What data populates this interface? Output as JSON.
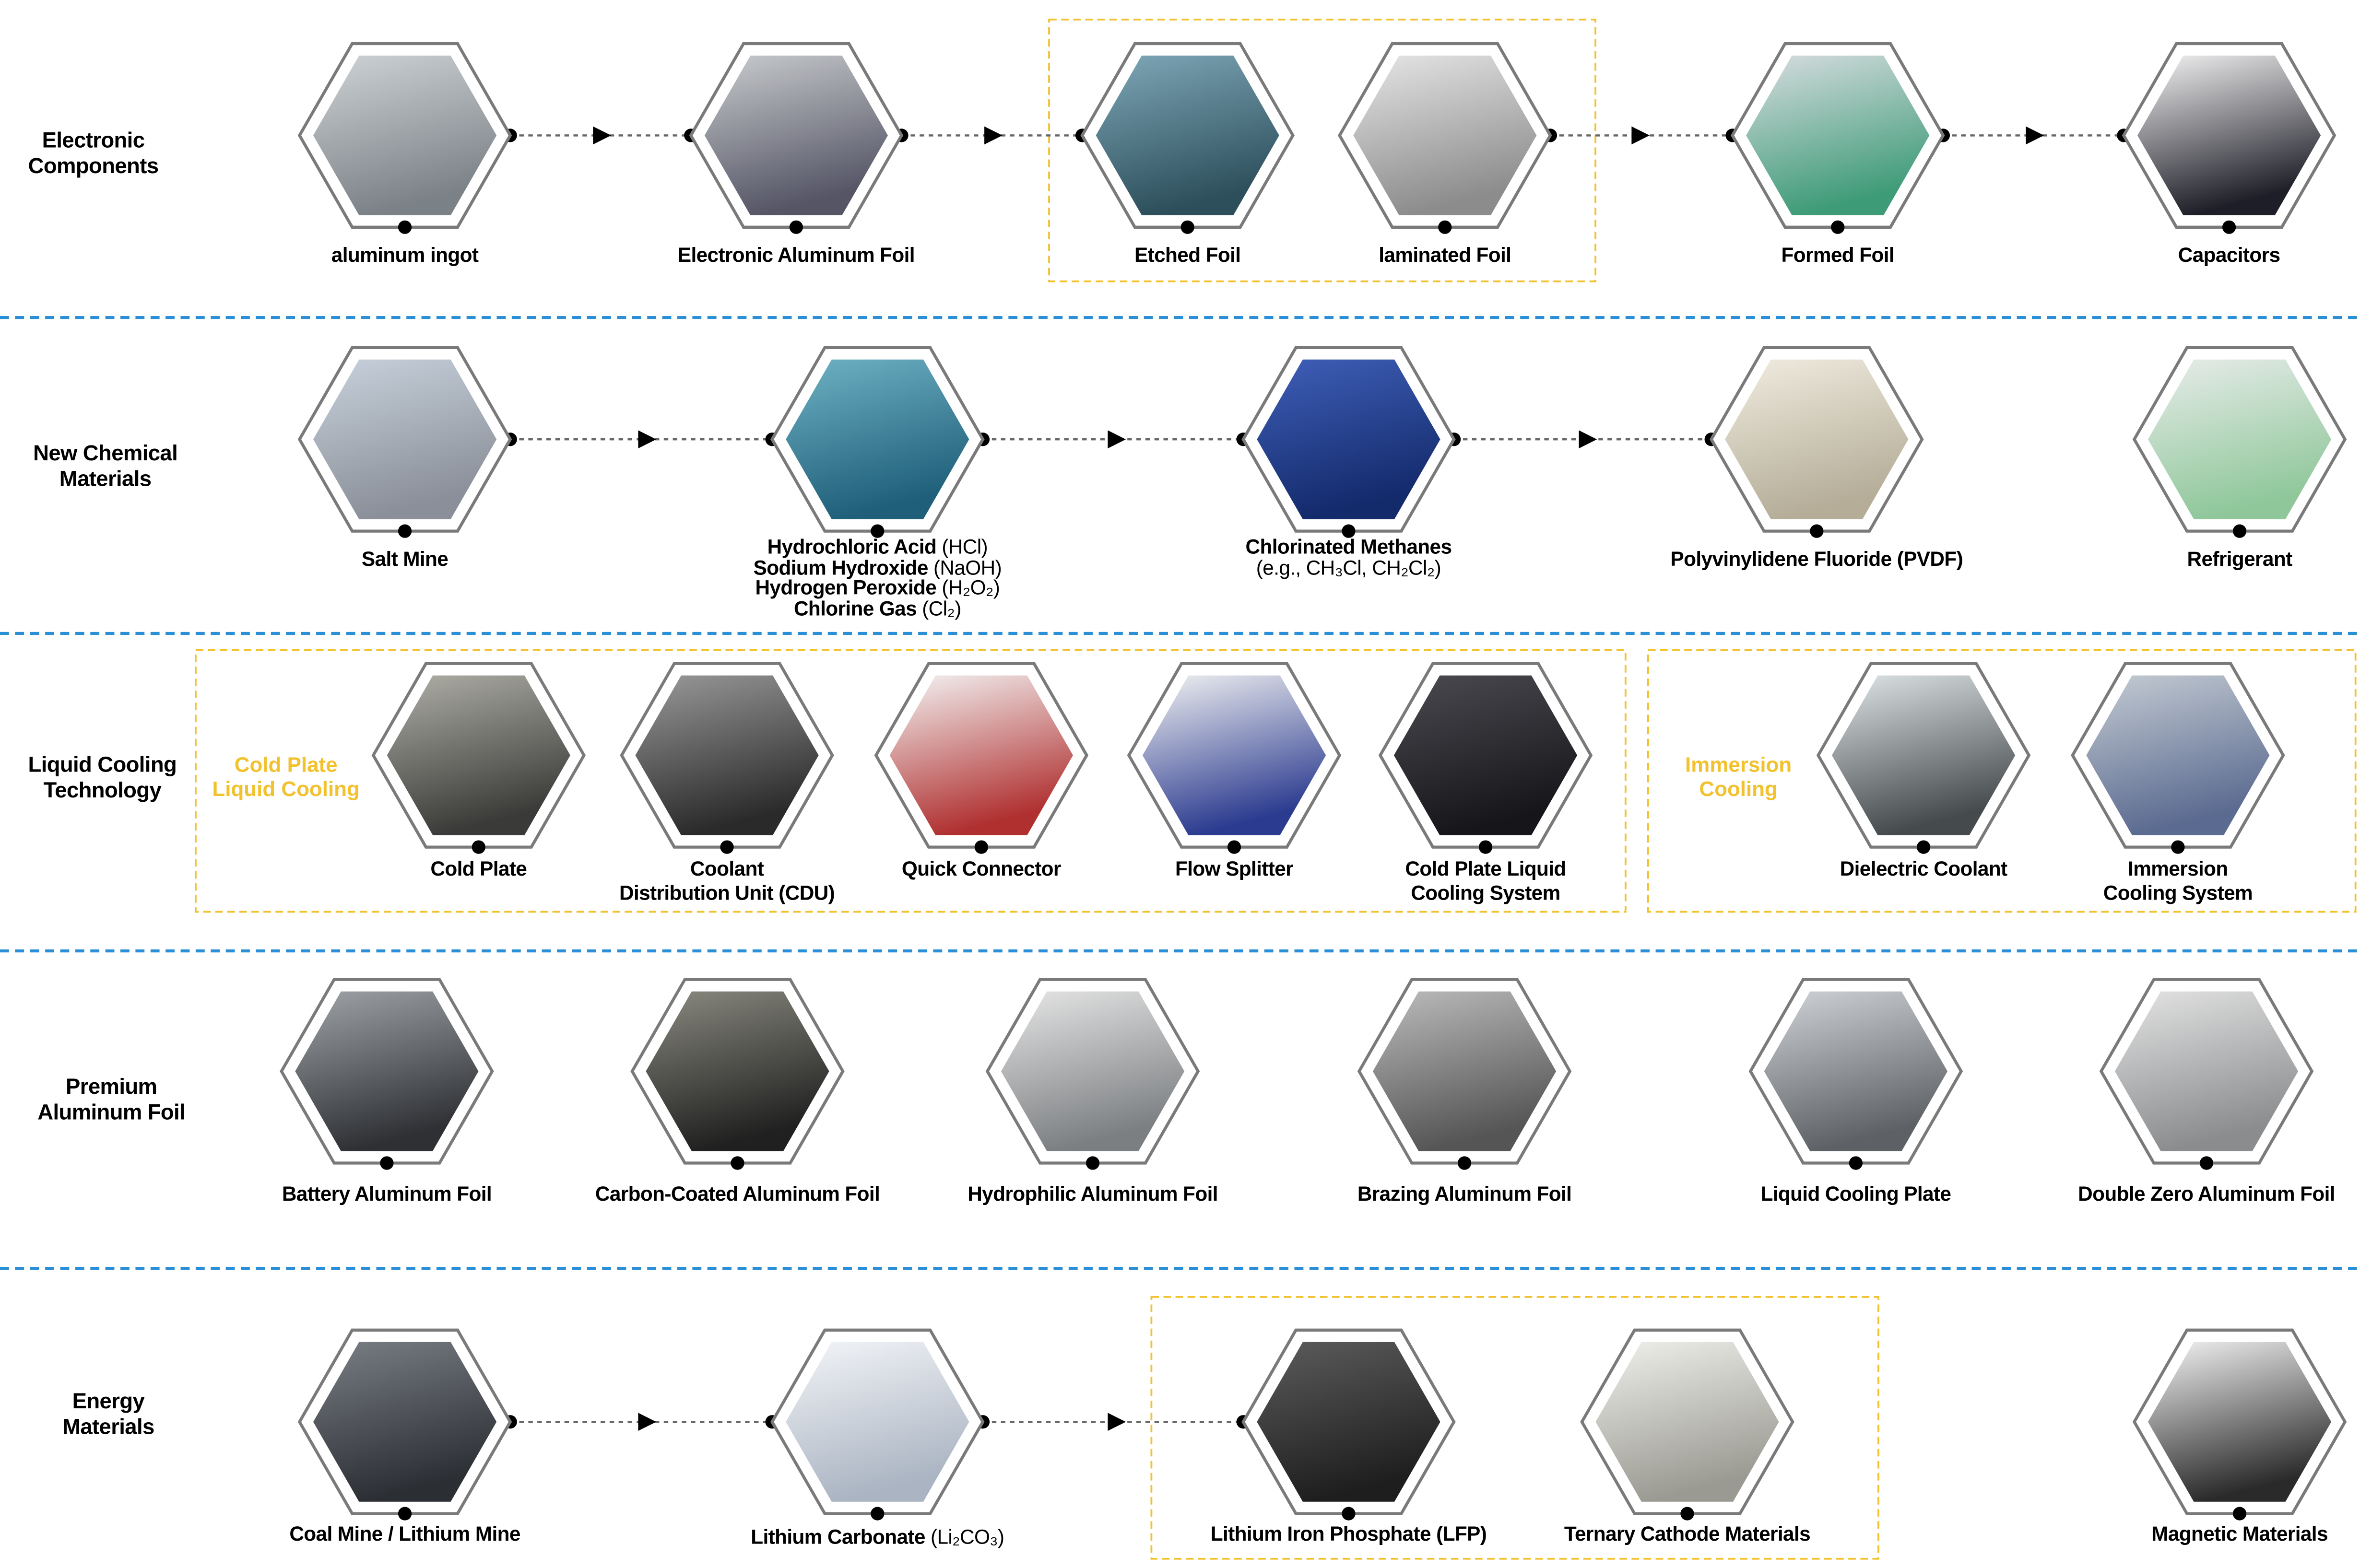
{
  "rows": [
    {
      "label": "Electronic Components",
      "items": [
        {
          "name": "aluminum ingot"
        },
        {
          "name": "Electronic Aluminum Foil"
        },
        {
          "name": "Etched Foil"
        },
        {
          "name": "laminated Foil"
        },
        {
          "name": "Formed Foil"
        },
        {
          "name": "Capacitors"
        }
      ]
    },
    {
      "label": "New Chemical Materials",
      "items": [
        {
          "name": "Salt Mine"
        },
        {
          "lines": [
            {
              "bold": "Hydrochloric Acid",
              "formula": "(HCl)"
            },
            {
              "bold": "Sodium Hydroxide",
              "formula": "(NaOH)"
            },
            {
              "bold": "Hydrogen Peroxide",
              "formula": "(H₂O₂)"
            },
            {
              "bold": "Chlorine Gas",
              "formula": "(Cl₂)"
            }
          ]
        },
        {
          "lines": [
            {
              "bold": "Chlorinated Methanes",
              "formula": ""
            },
            {
              "bold": "",
              "formula": "(e.g., CH₃Cl, CH₂Cl₂)"
            }
          ]
        },
        {
          "name": "Polyvinylidene Fluoride (PVDF)"
        },
        {
          "name": "Refrigerant"
        }
      ]
    },
    {
      "label": "Liquid Cooling Technology",
      "groups": [
        "Cold Plate Liquid Cooling",
        "Immersion Cooling"
      ],
      "items": [
        {
          "name": "Cold Plate"
        },
        {
          "name": "Coolant Distribution Unit (CDU)"
        },
        {
          "name": "Quick Connector"
        },
        {
          "name": "Flow Splitter"
        },
        {
          "name": "Cold Plate Liquid Cooling System"
        },
        {
          "name": "Dielectric Coolant"
        },
        {
          "name": "Immersion Cooling System"
        }
      ]
    },
    {
      "label": "Premium Aluminum Foil",
      "items": [
        {
          "name": "Battery Aluminum Foil"
        },
        {
          "name": "Carbon-Coated Aluminum Foil"
        },
        {
          "name": "Hydrophilic Aluminum Foil"
        },
        {
          "name": "Brazing Aluminum Foil"
        },
        {
          "name": "Liquid Cooling Plate"
        },
        {
          "name": "Double Zero Aluminum Foil"
        }
      ]
    },
    {
      "label": "Energy Materials",
      "items": [
        {
          "name": "Coal Mine / Lithium Mine"
        },
        {
          "bold": "Lithium Carbonate",
          "formula": "(Li₂CO₃)"
        },
        {
          "name": "Lithium Iron Phosphate (LFP)"
        },
        {
          "name": "Ternary Cathode Materials"
        },
        {
          "name": "Magnetic Materials"
        }
      ]
    }
  ],
  "colors": {
    "divider": "#2a8fd6",
    "group_box": "#f2c12e",
    "hex_outline": "#7a7a7a",
    "connector": "#666666"
  }
}
